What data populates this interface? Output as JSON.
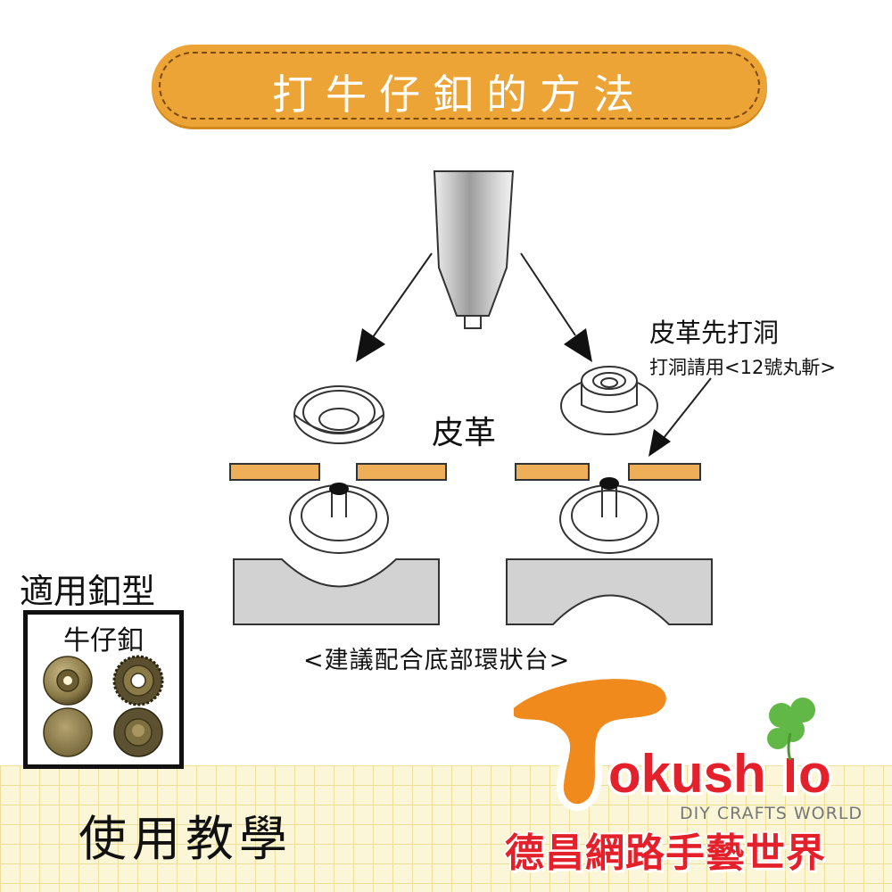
{
  "title": "打牛仔釦的方法",
  "labels": {
    "leather": "皮革",
    "punch_hole_title": "皮革先打洞",
    "punch_hole_sub": "打洞請用<12號丸斬>",
    "base_tip": "<建議配合底部環狀台>"
  },
  "types_panel": {
    "heading": "適用釦型",
    "name": "牛仔釦"
  },
  "tutorial": "使用教學",
  "logo": {
    "brand": "Tokushio",
    "subtitle": "DIY CRAFTS WORLD",
    "chinese": "德昌網路手藝世界"
  },
  "colors": {
    "banner": "#eda436",
    "leather": "#efae58",
    "base": "#d2d2d2",
    "logo_orange": "#f08a1c",
    "logo_red": "#e4202a",
    "clover": "#62b846",
    "metal": "#8a7a48"
  }
}
